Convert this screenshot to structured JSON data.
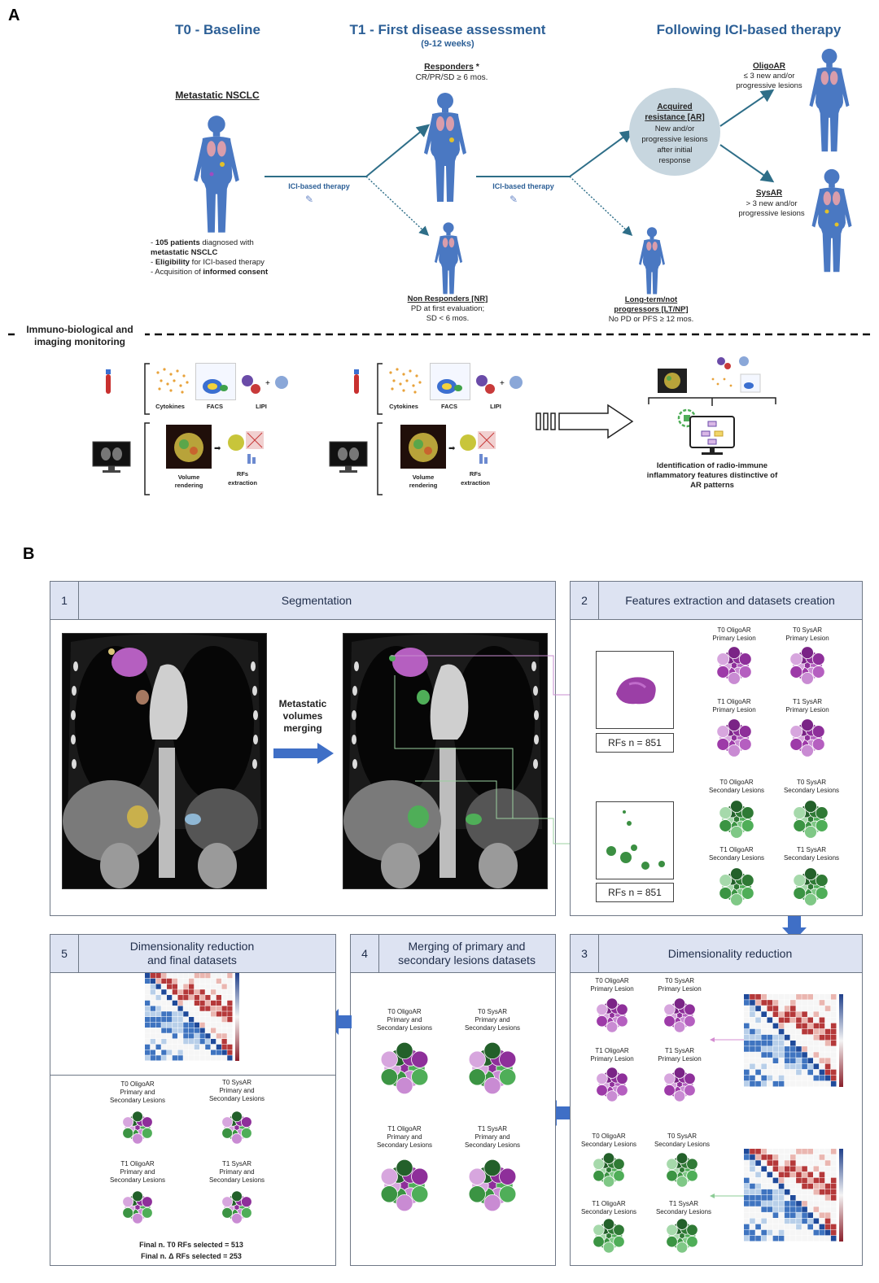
{
  "panelA": {
    "letter": "A",
    "timepoints": {
      "t0": "T0 - Baseline",
      "t1": "T1 - First disease assessment",
      "t1_sub": "(9-12 weeks)",
      "following": "Following ICI-based therapy"
    },
    "baseline_title": "Metastatic NSCLC",
    "baseline_notes": [
      {
        "prefix": "- ",
        "bold": "105 patients",
        "rest": " diagnosed with"
      },
      {
        "prefix": "",
        "bold": "metastatic NSCLC",
        "rest": ""
      },
      {
        "prefix": "- ",
        "bold": "Eligibility",
        "rest": " for ICI-based therapy"
      },
      {
        "prefix": "- Acquisition of ",
        "bold": "informed consent",
        "rest": ""
      }
    ],
    "therapy_label": "ICI-based therapy",
    "responders_title": "Responders",
    "responders_star": "*",
    "responders_desc": "CR/PR/SD ≥ 6 mos.",
    "nonresponders_title": "Non Responders [NR]",
    "nonresponders_desc1": "PD at first evaluation;",
    "nonresponders_desc2": "SD < 6 mos.",
    "ar_title1": "Acquired",
    "ar_title2": "resistance [AR]",
    "ar_desc": [
      "New and/or",
      "progressive lesions",
      "after initial",
      "response"
    ],
    "ltnp_title1": "Long-term/not",
    "ltnp_title2": "progressors [LT/NP]",
    "ltnp_desc": "No PD or PFS ≥ 12 mos.",
    "oligo_title": "OligoAR",
    "oligo_desc1": "≤ 3 new and/or",
    "oligo_desc2": "progressive lesions",
    "sys_title": "SysAR",
    "sys_desc1": "> 3 new and/or",
    "sys_desc2": "progressive lesions",
    "monitoring_title1": "Immuno-biological and",
    "monitoring_title2": "imaging monitoring",
    "labels": {
      "cytokines": "Cytokines",
      "facs": "FACS",
      "lipi": "LIPI",
      "volume1": "Volume",
      "volume2": "rendering",
      "rfs1": "RFs",
      "rfs2": "extraction"
    },
    "identification": [
      "Identification of radio-immune",
      "inflammatory features distinctive of",
      "AR patterns"
    ]
  },
  "panelB": {
    "letter": "B",
    "step1": {
      "num": "1",
      "title": "Segmentation",
      "merge_label": [
        "Metastatic",
        "volumes",
        "merging"
      ]
    },
    "step2": {
      "num": "2",
      "title": "Features extraction and datasets creation",
      "rfs_label": "RFs n = 851",
      "primary": [
        [
          "T0 OligoAR",
          "Primary Lesion"
        ],
        [
          "T0 SysAR",
          "Primary Lesion"
        ],
        [
          "T1 OligoAR",
          "Primary Lesion"
        ],
        [
          "T1 SysAR",
          "Primary Lesion"
        ]
      ],
      "secondary": [
        [
          "T0 OligoAR",
          "Secondary Lesions"
        ],
        [
          "T0 SysAR",
          "Secondary Lesions"
        ],
        [
          "T1 OligoAR",
          "Secondary Lesions"
        ],
        [
          "T1 SysAR",
          "Secondary Lesions"
        ]
      ]
    },
    "step3": {
      "num": "3",
      "title": "Dimensionality reduction"
    },
    "step4": {
      "num": "4",
      "title1": "Merging of primary and",
      "title2": "secondary lesions datasets",
      "items": [
        [
          "T0 OligoAR",
          "Primary and",
          "Secondary Lesions"
        ],
        [
          "T0 SysAR",
          "Primary and",
          "Secondary Lesions"
        ],
        [
          "T1 OligoAR",
          "Primary and",
          "Secondary Lesions"
        ],
        [
          "T1 SysAR",
          "Primary and",
          "Secondary Lesions"
        ]
      ]
    },
    "step5": {
      "num": "5",
      "title1": "Dimensionality reduction",
      "title2": "and final datasets",
      "final1": "Final n. T0 RFs selected = 513",
      "final2": "Final n. Δ RFs selected = 253"
    }
  },
  "colors": {
    "heading_blue": "#2c5f96",
    "body_blue": "#4a78c2",
    "step_header": "#dde3f2",
    "arrow_blue": "#3f6fc6",
    "primary_purple": "#a64bb0",
    "secondary_green": "#4fae58"
  }
}
